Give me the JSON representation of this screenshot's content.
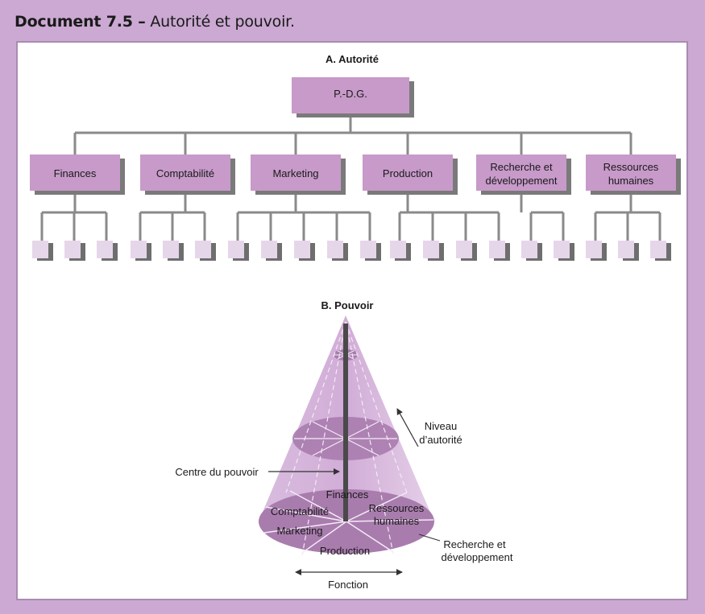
{
  "header": {
    "label": "Document 7.5 –",
    "title": "Autorité et pouvoir."
  },
  "colors": {
    "page_background": "#cba9d2",
    "box_fill": "#c79ac9",
    "box_shadow": "#7a7a7a",
    "small_box_fill": "#e6d6ea",
    "connector": "#8a8a8a",
    "cone_light": "#ddc3e2",
    "cone_mid": "#c9a2cf",
    "cone_dark": "#a97cae"
  },
  "autorite": {
    "title": "A. Autorité",
    "ceo": "P.-D.G.",
    "departments": [
      {
        "line1": "Finances",
        "line2": "",
        "subunits": 3
      },
      {
        "line1": "Comptabilité",
        "line2": "",
        "subunits": 3
      },
      {
        "line1": "Marketing",
        "line2": "",
        "subunits": 5
      },
      {
        "line1": "Production",
        "line2": "",
        "subunits": 4
      },
      {
        "line1": "Recherche et",
        "line2": "développement",
        "subunits": 2
      },
      {
        "line1": "Ressources",
        "line2": "humaines",
        "subunits": 3
      }
    ]
  },
  "pouvoir": {
    "title": "B. Pouvoir",
    "niveau_line1": "Niveau",
    "niveau_line2": "d’autorité",
    "centre": "Centre du pouvoir",
    "finances": "Finances",
    "comptabilite": "Comptabilité",
    "marketing": "Marketing",
    "production": "Production",
    "ressources_line1": "Ressources",
    "ressources_line2": "humaines",
    "recherche_line1": "Recherche et",
    "recherche_line2": "développement",
    "fonction": "Fonction"
  }
}
